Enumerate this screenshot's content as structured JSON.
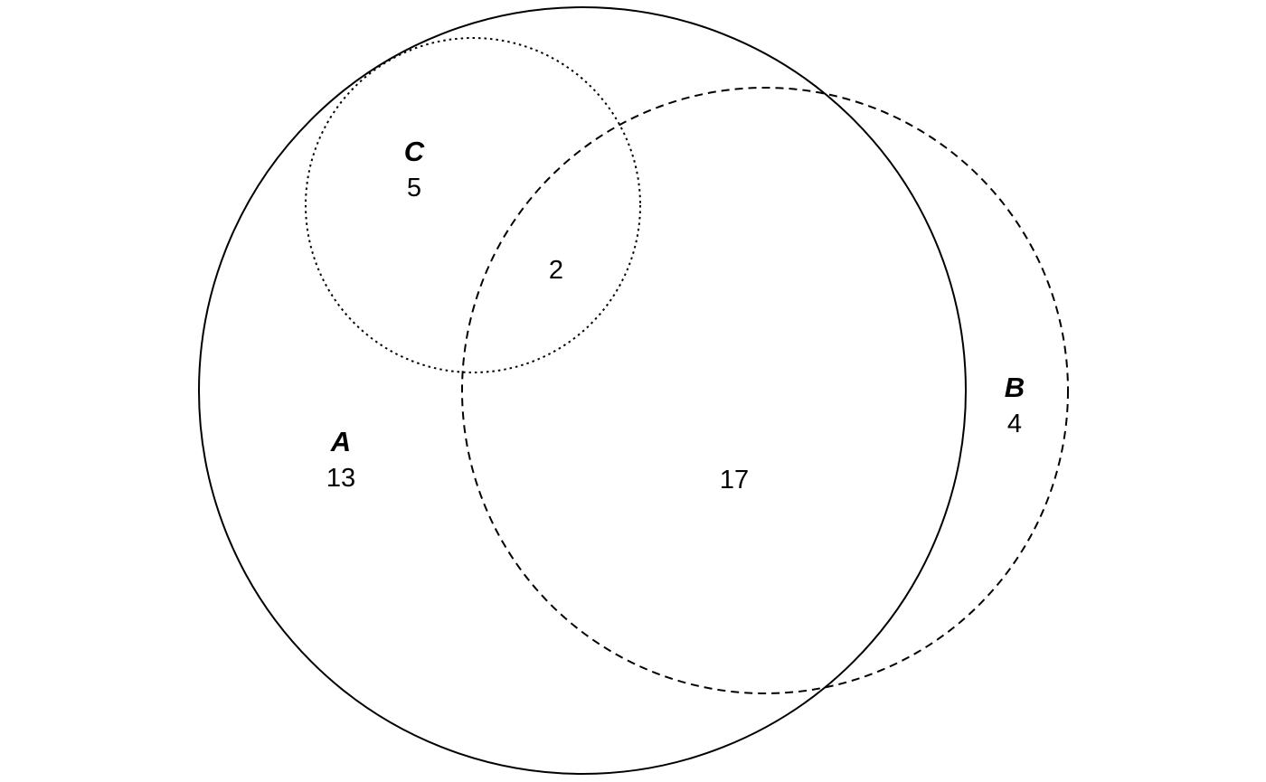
{
  "sets": [
    {
      "name": "A",
      "line_style": "solid"
    },
    {
      "name": "B",
      "line_style": "dashed"
    },
    {
      "name": "C",
      "line_style": "dotted"
    }
  ],
  "regions": [
    {
      "sets": [
        "A"
      ],
      "count": "13"
    },
    {
      "sets": [
        "A",
        "B"
      ],
      "count": "17"
    },
    {
      "sets": [
        "A",
        "B",
        "C"
      ],
      "count": "2"
    },
    {
      "sets": [
        "A",
        "C"
      ],
      "count": "5"
    },
    {
      "sets": [
        "B"
      ],
      "count": "4"
    }
  ],
  "colors": {
    "stroke": "#000000",
    "background": "#ffffff"
  }
}
